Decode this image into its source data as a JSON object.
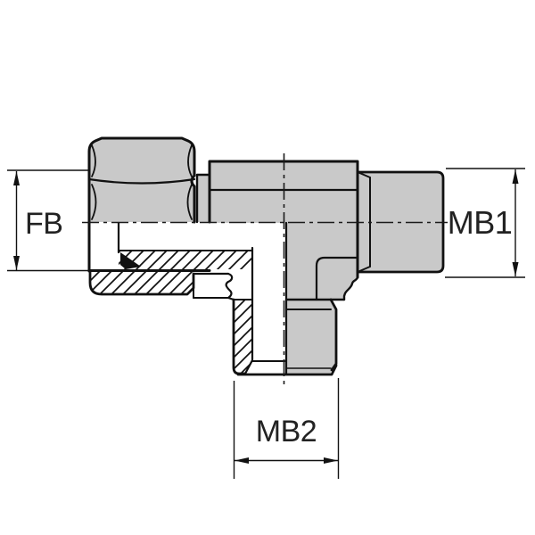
{
  "drawing": {
    "dimension_labels": {
      "fb": "FB",
      "mb1": "MB1",
      "mb2": "MB2"
    },
    "colors": {
      "metal_fill": "#c9c9c9",
      "outline": "#111111",
      "background": "#ffffff"
    }
  }
}
